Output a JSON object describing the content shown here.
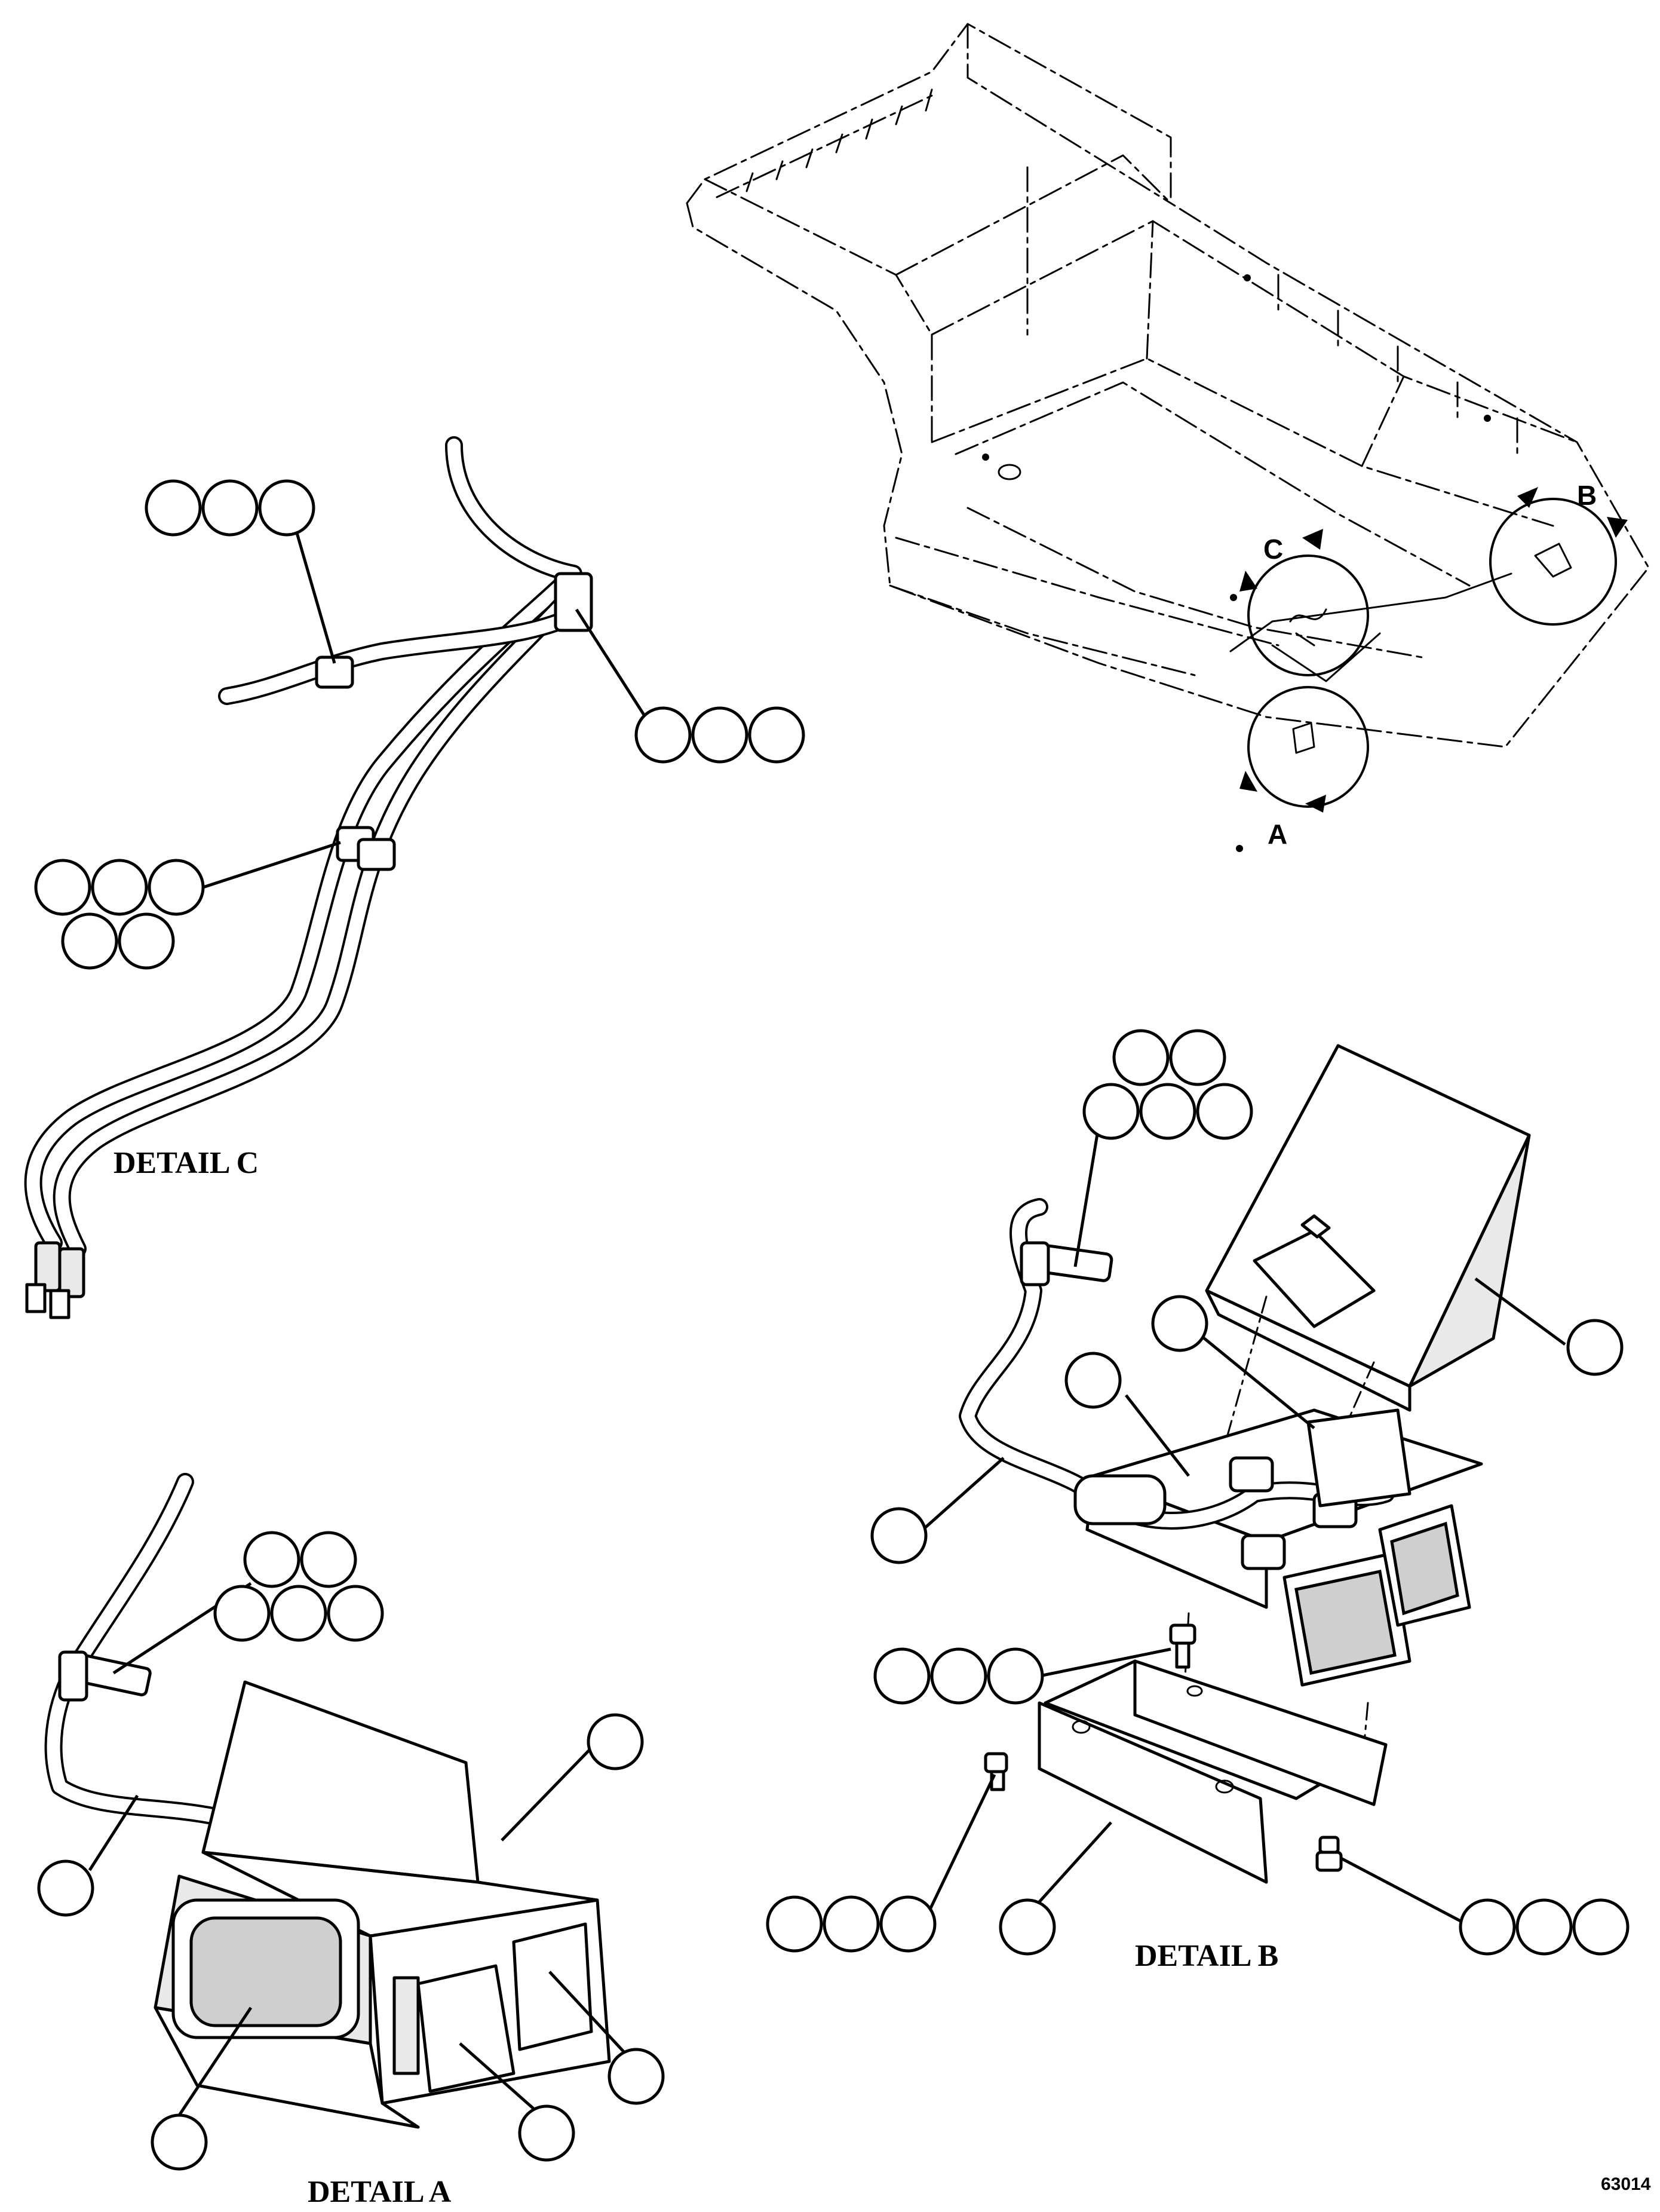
{
  "detail_titles": {
    "a": "DETAIL A",
    "b": "DETAIL B",
    "c": "DETAIL C"
  },
  "view_callouts": {
    "a": "A",
    "b": "B",
    "c": "C"
  },
  "figure_number": "63014",
  "icons": [
    "detail-view-circle",
    "rotation-arrow",
    "reference-bubble"
  ]
}
